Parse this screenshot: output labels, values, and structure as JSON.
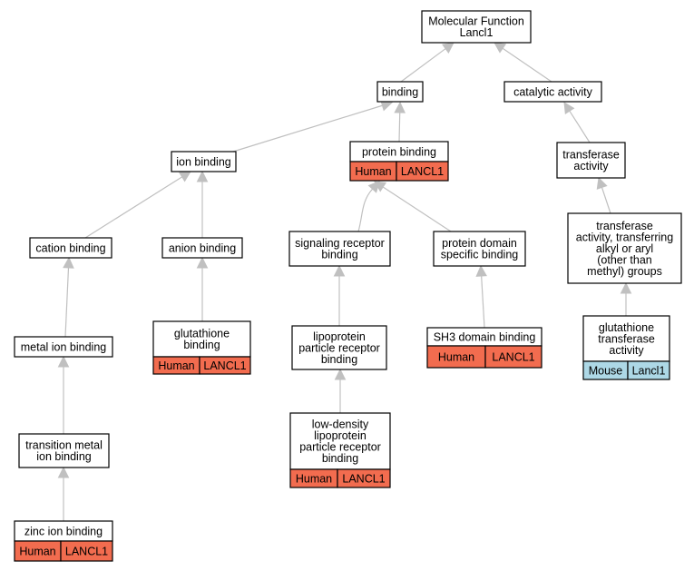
{
  "graph": {
    "root": {
      "label_lines": [
        "Molecular Function",
        "Lancl1"
      ]
    },
    "colors": {
      "human_tag": "#f26c4f",
      "mouse_tag": "#add8e6",
      "edge": "#c0c0c0",
      "node_border": "#000000"
    },
    "nodes": [
      {
        "id": "root",
        "label_lines": [
          "Molecular Function",
          "Lancl1"
        ]
      },
      {
        "id": "binding",
        "label_lines": [
          "binding"
        ]
      },
      {
        "id": "catalytic",
        "label_lines": [
          "catalytic activity"
        ]
      },
      {
        "id": "ion_binding",
        "label_lines": [
          "ion binding"
        ]
      },
      {
        "id": "protein_binding",
        "label_lines": [
          "protein binding"
        ],
        "tags": [
          {
            "species": "Human",
            "gene": "LANCL1",
            "kind": "human"
          }
        ]
      },
      {
        "id": "transferase",
        "label_lines": [
          "transferase",
          "activity"
        ]
      },
      {
        "id": "cation_binding",
        "label_lines": [
          "cation binding"
        ]
      },
      {
        "id": "anion_binding",
        "label_lines": [
          "anion binding"
        ]
      },
      {
        "id": "signaling_receptor",
        "label_lines": [
          "signaling receptor",
          "binding"
        ]
      },
      {
        "id": "protein_domain",
        "label_lines": [
          "protein domain",
          "specific binding"
        ]
      },
      {
        "id": "transferase_alkyl",
        "label_lines": [
          "transferase",
          "activity, transferring",
          "alkyl or aryl",
          "(other than",
          "methyl) groups"
        ]
      },
      {
        "id": "metal_ion",
        "label_lines": [
          "metal ion binding"
        ]
      },
      {
        "id": "glutathione_binding",
        "label_lines": [
          "glutathione",
          "binding"
        ],
        "tags": [
          {
            "species": "Human",
            "gene": "LANCL1",
            "kind": "human"
          }
        ]
      },
      {
        "id": "lipoprotein",
        "label_lines": [
          "lipoprotein",
          "particle receptor",
          "binding"
        ]
      },
      {
        "id": "sh3",
        "label_lines": [
          "SH3 domain binding"
        ],
        "tags": [
          {
            "species": "Human",
            "gene": "LANCL1",
            "kind": "human"
          }
        ]
      },
      {
        "id": "gst",
        "label_lines": [
          "glutathione",
          "transferase",
          "activity"
        ],
        "tags": [
          {
            "species": "Mouse",
            "gene": "Lancl1",
            "kind": "mouse"
          }
        ]
      },
      {
        "id": "transition_metal",
        "label_lines": [
          "transition metal",
          "ion binding"
        ]
      },
      {
        "id": "ldl",
        "label_lines": [
          "low-density",
          "lipoprotein",
          "particle receptor",
          "binding"
        ],
        "tags": [
          {
            "species": "Human",
            "gene": "LANCL1",
            "kind": "human"
          }
        ]
      },
      {
        "id": "zinc",
        "label_lines": [
          "zinc ion binding"
        ],
        "tags": [
          {
            "species": "Human",
            "gene": "LANCL1",
            "kind": "human"
          }
        ]
      }
    ],
    "edges": [
      {
        "from": "binding",
        "to": "root"
      },
      {
        "from": "catalytic",
        "to": "root"
      },
      {
        "from": "ion_binding",
        "to": "binding"
      },
      {
        "from": "protein_binding",
        "to": "binding"
      },
      {
        "from": "transferase",
        "to": "catalytic"
      },
      {
        "from": "cation_binding",
        "to": "ion_binding"
      },
      {
        "from": "anion_binding",
        "to": "ion_binding"
      },
      {
        "from": "signaling_receptor",
        "to": "protein_binding"
      },
      {
        "from": "protein_domain",
        "to": "protein_binding"
      },
      {
        "from": "transferase_alkyl",
        "to": "transferase"
      },
      {
        "from": "metal_ion",
        "to": "cation_binding"
      },
      {
        "from": "glutathione_binding",
        "to": "anion_binding"
      },
      {
        "from": "lipoprotein",
        "to": "signaling_receptor"
      },
      {
        "from": "sh3",
        "to": "protein_domain"
      },
      {
        "from": "gst",
        "to": "transferase_alkyl"
      },
      {
        "from": "transition_metal",
        "to": "metal_ion"
      },
      {
        "from": "ldl",
        "to": "lipoprotein"
      },
      {
        "from": "zinc",
        "to": "transition_metal"
      }
    ]
  }
}
